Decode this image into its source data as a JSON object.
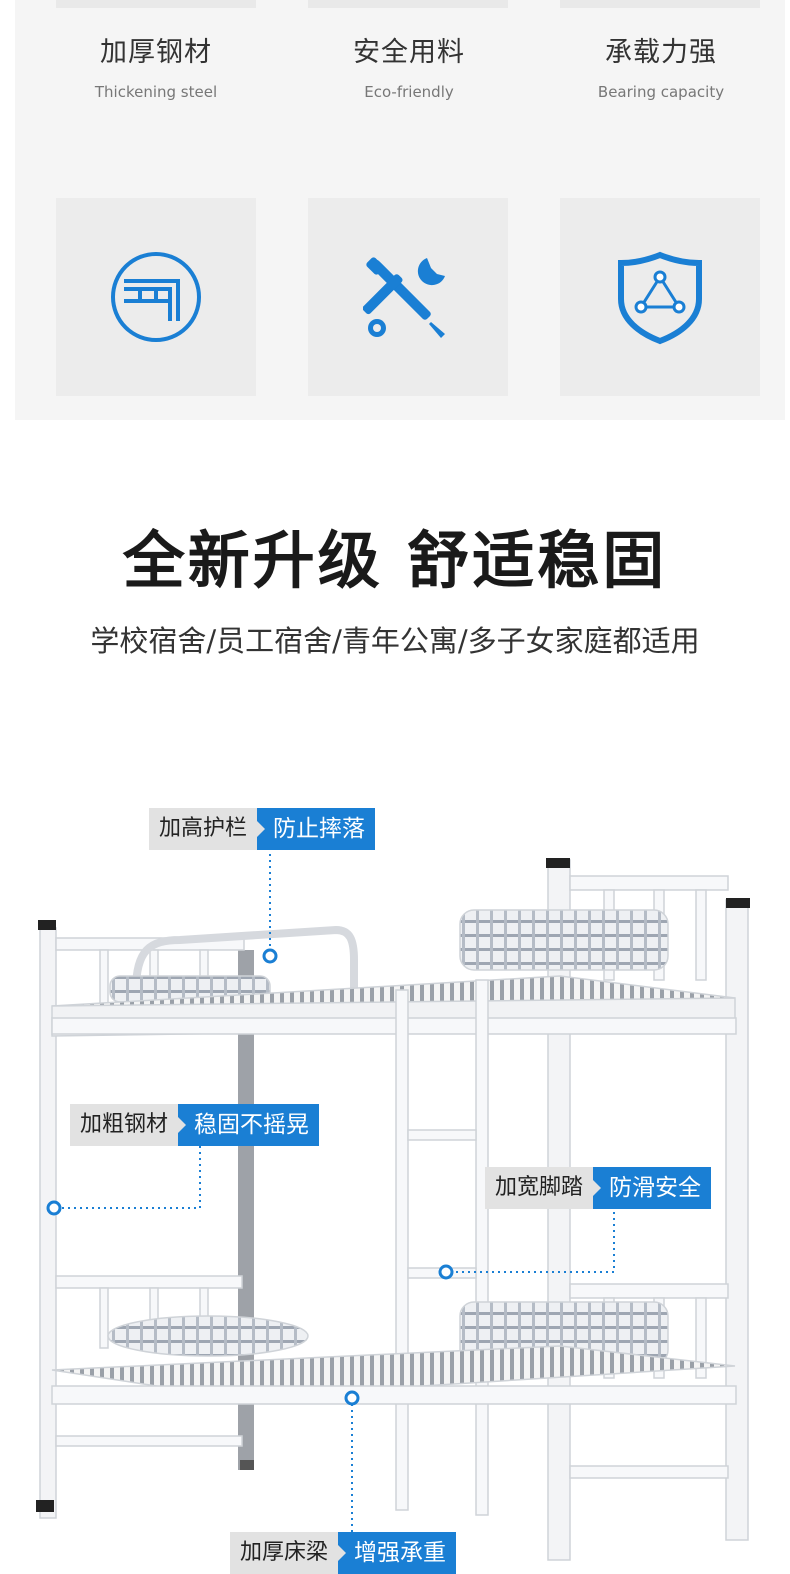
{
  "features": [
    {
      "cn": "加厚钢材",
      "en": "Thickening steel",
      "icon": "steel-frame-icon"
    },
    {
      "cn": "安全用料",
      "en": "Eco-friendly",
      "icon": "wrench-screwdriver-icon"
    },
    {
      "cn": "承载力强",
      "en": "Bearing capacity",
      "icon": "shield-triangle-icon"
    }
  ],
  "headline": "全新升级 舒适稳固",
  "subline": "学校宿舍/员工宿舍/青年公寓/多子女家庭都适用",
  "callouts": [
    {
      "gray": "加高护栏",
      "blue": "防止摔落"
    },
    {
      "gray": "加粗钢材",
      "blue": "稳固不摇晃"
    },
    {
      "gray": "加宽脚踏",
      "blue": "防滑安全"
    },
    {
      "gray": "加厚床梁",
      "blue": "增强承重"
    }
  ],
  "colors": {
    "accent": "#1a7fd4",
    "panel": "#f5f5f5",
    "box": "#ececec"
  }
}
